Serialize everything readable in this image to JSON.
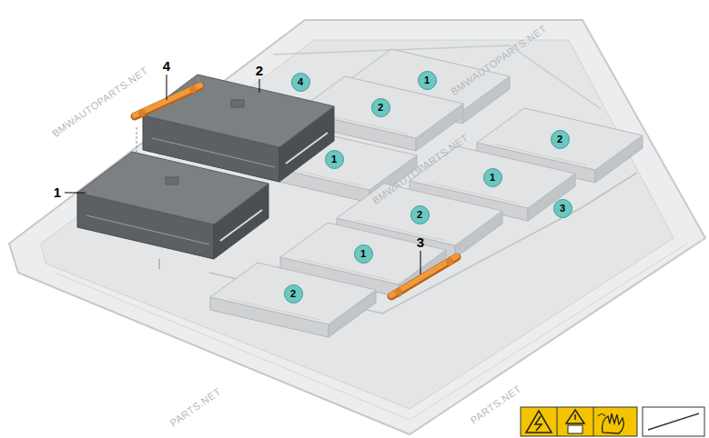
{
  "diagram": {
    "nodes": [
      {
        "text": [
          "1"
        ]
      },
      {
        "text": [
          "4"
        ]
      },
      {
        "text": [
          "2"
        ]
      },
      {
        "text": [
          "2"
        ]
      },
      {
        "text": [
          "1"
        ]
      },
      {
        "text": [
          "1"
        ]
      },
      {
        "text": [
          "3"
        ]
      },
      {
        "text": [
          "2"
        ]
      },
      {
        "text": [
          "1"
        ]
      },
      {
        "text": [
          "2"
        ]
      }
    ],
    "labels": [
      "4",
      "2",
      "1",
      "3",
      "BMWAUTOPARTS.NET",
      "BMWAUTOPARTS.NET",
      "BMWAUTOPARTS.NET",
      "PARTS.NET",
      "PARTS.NET"
    ]
  }
}
